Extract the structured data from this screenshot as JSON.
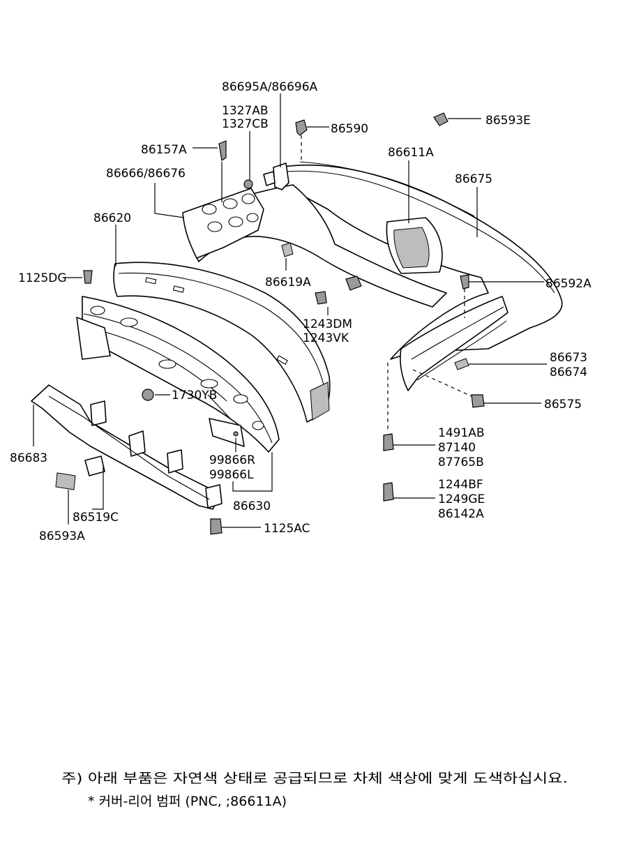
{
  "labels": {
    "p86695A": "86695A/86696A",
    "p1327": "1327AB",
    "p1327b": "1327CB",
    "p86590": "86590",
    "p86593E": "86593E",
    "p86157A": "86157A",
    "p86611A": "86611A",
    "p86666": "86666/86676",
    "p86675": "86675",
    "p86620": "86620",
    "p86619A": "86619A",
    "p1125DG": "1125DG",
    "p86592A": "86592A",
    "p1243DM": "1243DM",
    "p1243VK": "1243VK",
    "p86673": "86673",
    "p86674": "86674",
    "p1730YB": "1730YB",
    "p86575": "86575",
    "p1491AB": "1491AB",
    "p87140": "87140",
    "p87765B": "87765B",
    "p86683": "86683",
    "p99866R": "99866R",
    "p99866L": "99866L",
    "p1244BF": "1244BF",
    "p1249GE": "1249GE",
    "p86142A": "86142A",
    "p86630": "86630",
    "p86519C": "86519C",
    "p86593A": "86593A",
    "p1125AC": "1125AC"
  },
  "notes": {
    "line1": "주) 아래 부품은 자연색 상태로 공급되므로 차체 색상에 맞게 도색하십시요.",
    "line2": "* 커버-리어 범퍼 (PNC, ;86611A)"
  }
}
